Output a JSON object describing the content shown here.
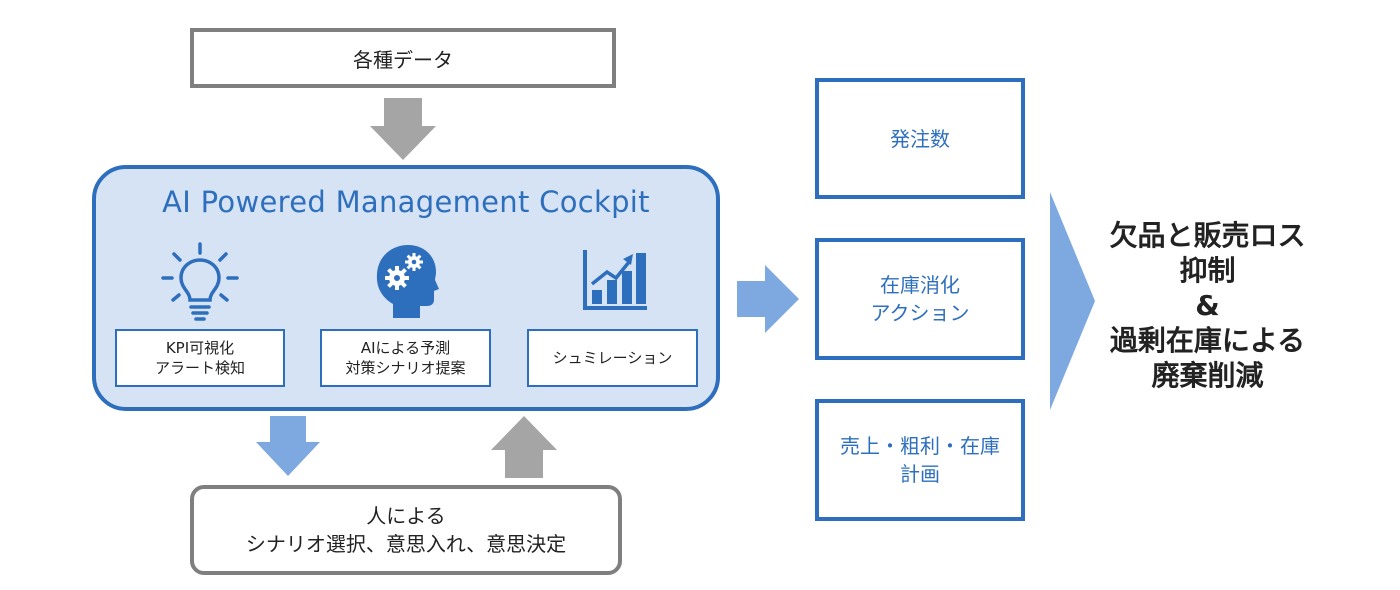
{
  "top_box": {
    "label": "各種データ"
  },
  "cockpit": {
    "title": "AI Powered Management Cockpit",
    "features": [
      {
        "icon": "lightbulb-icon",
        "label": "KPI可視化\nアラート検知"
      },
      {
        "icon": "ai-head-gears-icon",
        "label": "AIによる予測\n対策シナリオ提案"
      },
      {
        "icon": "bar-chart-growth-icon",
        "label": "シュミレーション"
      }
    ]
  },
  "human_box": {
    "label": "人による\nシナリオ選択、意思入れ、意思決定"
  },
  "outputs": [
    {
      "label": "発注数"
    },
    {
      "label": "在庫消化\nアクション"
    },
    {
      "label": "売上・粗利・在庫\n計画"
    }
  ],
  "result": {
    "label": "欠品と販売ロス\n抑制\n&\n過剰在庫による\n廃棄削減"
  },
  "colors": {
    "primary_blue": "#2e6fbd",
    "light_blue_fill": "#d6e3f4",
    "arrow_blue": "#7ea8e0",
    "arrow_gray": "#a5a5a5",
    "border_gray": "#7f7f7f"
  }
}
